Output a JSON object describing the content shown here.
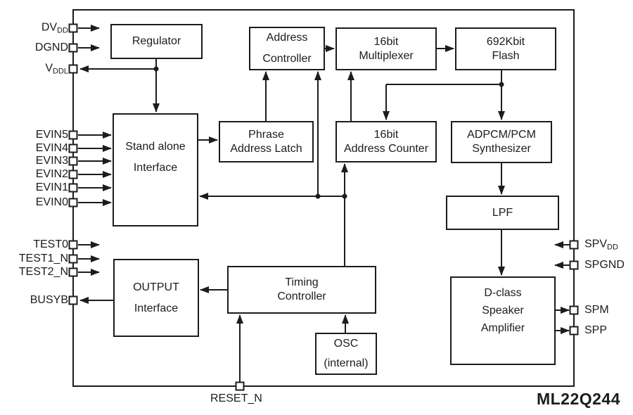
{
  "title": "ML22Q244",
  "colors": {
    "line": "#1c1c1c",
    "background": "#ffffff"
  },
  "blocks": {
    "regulator": {
      "lines": [
        "Regulator"
      ]
    },
    "address_controller": {
      "lines": [
        "Address",
        "Controller"
      ]
    },
    "multiplexer": {
      "lines": [
        "16bit",
        "Multiplexer"
      ]
    },
    "flash": {
      "lines": [
        "692Kbit",
        "Flash"
      ]
    },
    "standalone": {
      "lines": [
        "Stand alone",
        "Interface"
      ]
    },
    "phrase_latch": {
      "lines": [
        "Phrase",
        "Address Latch"
      ]
    },
    "address_counter": {
      "lines": [
        "16bit",
        "Address Counter"
      ]
    },
    "adpcm": {
      "lines": [
        "ADPCM/PCM",
        "Synthesizer"
      ]
    },
    "lpf": {
      "lines": [
        "LPF"
      ]
    },
    "output_interface": {
      "lines": [
        "OUTPUT",
        "Interface"
      ]
    },
    "timing": {
      "lines": [
        "Timing",
        "Controller"
      ]
    },
    "osc": {
      "lines": [
        "OSC",
        "(internal)"
      ]
    },
    "dclass": {
      "lines": [
        "D-class",
        "Speaker",
        "Amplifier"
      ]
    }
  },
  "pins": {
    "dvdd": {
      "main": "DV",
      "sub": "DD"
    },
    "dgnd": {
      "main": "DGND"
    },
    "vddl": {
      "main": "V",
      "sub": "DDL"
    },
    "evin5": {
      "main": "EVIN5"
    },
    "evin4": {
      "main": "EVIN4"
    },
    "evin3": {
      "main": "EVIN3"
    },
    "evin2": {
      "main": "EVIN2"
    },
    "evin1": {
      "main": "EVIN1"
    },
    "evin0": {
      "main": "EVIN0"
    },
    "test0": {
      "main": "TEST0"
    },
    "test1n": {
      "main": "TEST1_N"
    },
    "test2n": {
      "main": "TEST2_N"
    },
    "busyb": {
      "main": "BUSYB"
    },
    "spvdd": {
      "main": "SPV",
      "sub": "DD"
    },
    "spgnd": {
      "main": "SPGND"
    },
    "spm": {
      "main": "SPM"
    },
    "spp": {
      "main": "SPP"
    },
    "resetn": {
      "main": "RESET_N"
    }
  }
}
